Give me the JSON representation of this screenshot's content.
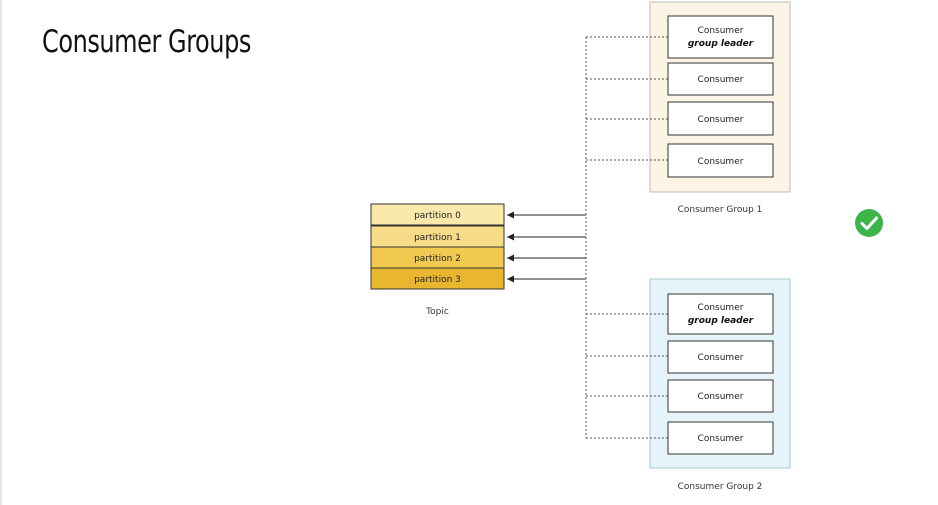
{
  "title": "Consumer Groups",
  "topic": {
    "label": "Topic",
    "partitions": [
      "partition 0",
      "partition 1",
      "partition 2",
      "partition 3"
    ]
  },
  "groups": [
    {
      "label": "Consumer Group 1",
      "consumers": [
        {
          "name": "Consumer",
          "role": "group leader"
        },
        {
          "name": "Consumer"
        },
        {
          "name": "Consumer"
        },
        {
          "name": "Consumer"
        }
      ]
    },
    {
      "label": "Consumer Group 2",
      "consumers": [
        {
          "name": "Consumer",
          "role": "group leader"
        },
        {
          "name": "Consumer"
        },
        {
          "name": "Consumer"
        },
        {
          "name": "Consumer"
        }
      ]
    }
  ],
  "status_icon": "check-circle-icon",
  "colors": {
    "group1_bg": "#fcf4e4",
    "group2_bg": "#e5f4fa",
    "partition_fills": [
      "#fbe9ac",
      "#f7dc87",
      "#f1c951",
      "#e9b62f"
    ],
    "check_green": "#3bb54a"
  }
}
